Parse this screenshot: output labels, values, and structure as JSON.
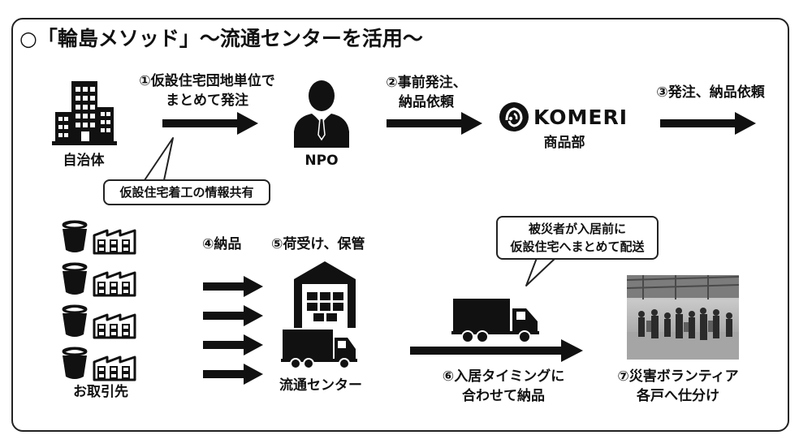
{
  "title": "○「輪島メソッド」〜流通センターを活用〜",
  "steps": {
    "s1_line1": "①仮設住宅団地単位で",
    "s1_line2": "まとめて発注",
    "s2_line1": "②事前発注、",
    "s2_line2": "納品依頼",
    "s3": "③発注、納品依頼",
    "s4": "④納品",
    "s5": "⑤荷受け、保管",
    "s6_line1": "⑥入居タイミングに",
    "s6_line2": "合わせて納品",
    "s7_line1": "⑦災害ボランティア",
    "s7_line2": "各戸へ仕分け"
  },
  "nodes": {
    "municipality": "自治体",
    "npo": "NPO",
    "komeri_logo": "KOMERI",
    "komeri_dept": "商品部",
    "suppliers": "お取引先",
    "distribution_center": "流通センター"
  },
  "callouts": {
    "info_share": "仮設住宅着工の情報共有",
    "delivery_line1": "被災者が入居前に",
    "delivery_line2": "仮設住宅へまとめて配送"
  },
  "icons": {
    "municipality": "building-icon",
    "npo": "person-icon",
    "komeri": "komeri-logo-icon",
    "suppliers": "bucket-factory-icon",
    "center": "warehouse-icon",
    "truck": "truck-icon"
  },
  "colors": {
    "ink": "#111111",
    "frame": "#222222",
    "background": "#ffffff"
  }
}
